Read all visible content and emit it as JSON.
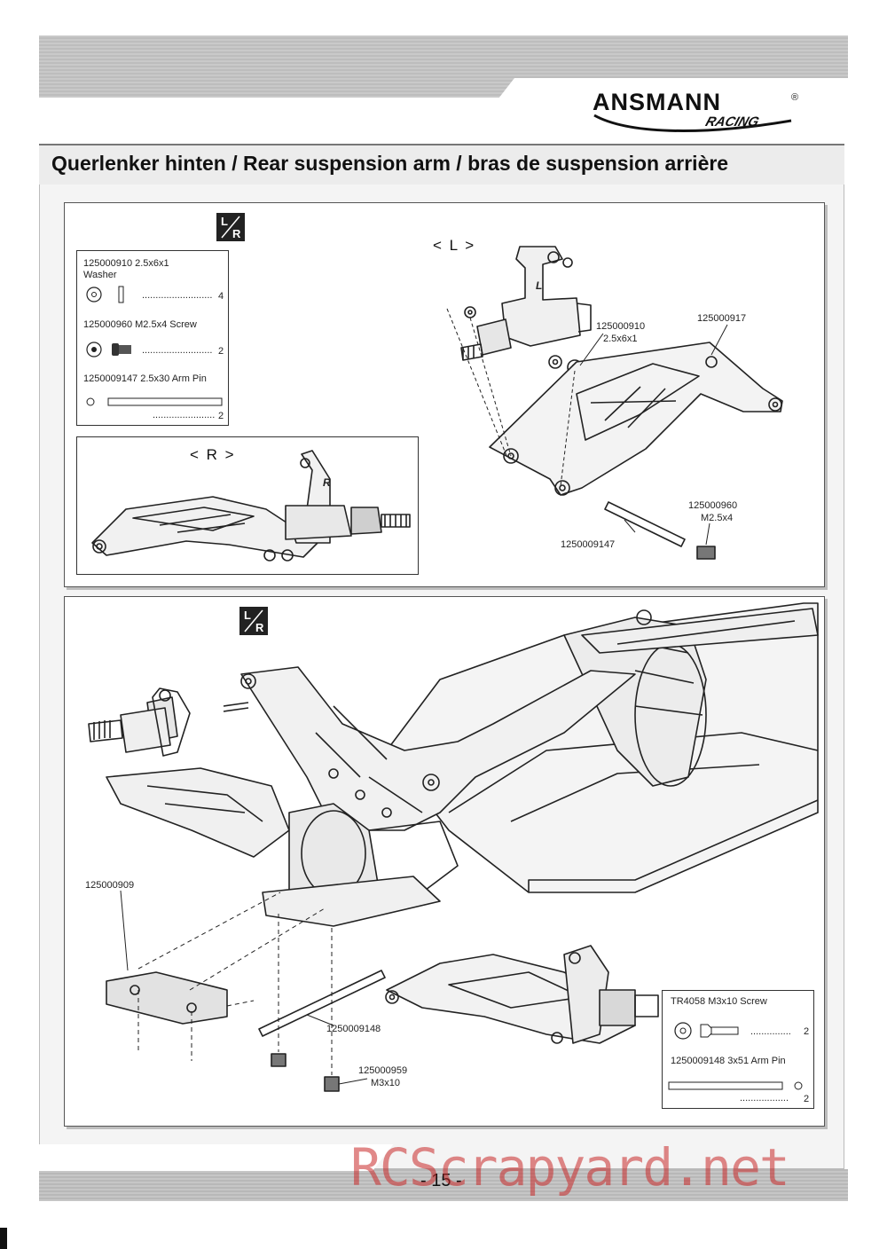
{
  "header": {
    "brand": "ANSMANN",
    "brand_registered": "®",
    "brand_sub": "RACING"
  },
  "title": "Querlenker hinten / Rear suspension arm / bras de suspension arrière",
  "step1": {
    "lr_badge": {
      "top": "L",
      "bottom": "R"
    },
    "label_left": "< L >",
    "label_right": "< R >",
    "parts_box": [
      {
        "name": "125000910  2.5x6x1",
        "desc": "Washer",
        "qty": "4"
      },
      {
        "name": "125000960  M2.5x4 Screw",
        "desc": "",
        "qty": "2"
      },
      {
        "name": "1250009147  2.5x30 Arm Pin",
        "desc": "",
        "qty": "2"
      }
    ],
    "callouts": {
      "washer_code": "125000910",
      "washer_size": "2.5x6x1",
      "arm_code": "125000917",
      "screw_code": "125000960",
      "screw_size": "M2.5x4",
      "pin_code": "1250009147"
    }
  },
  "step2": {
    "lr_badge": {
      "top": "L",
      "bottom": "R"
    },
    "callouts": {
      "block_code": "125000909",
      "pin_code": "1250009148",
      "screw_code": "125000959",
      "screw_size": "M3x10"
    },
    "parts_box": [
      {
        "name": "TR4058  M3x10 Screw",
        "qty": "2"
      },
      {
        "name": "1250009148  3x51 Arm Pin",
        "qty": "2"
      }
    ]
  },
  "footer": {
    "page_number": "- 15 -",
    "watermark": "RCScrapyard.net"
  }
}
